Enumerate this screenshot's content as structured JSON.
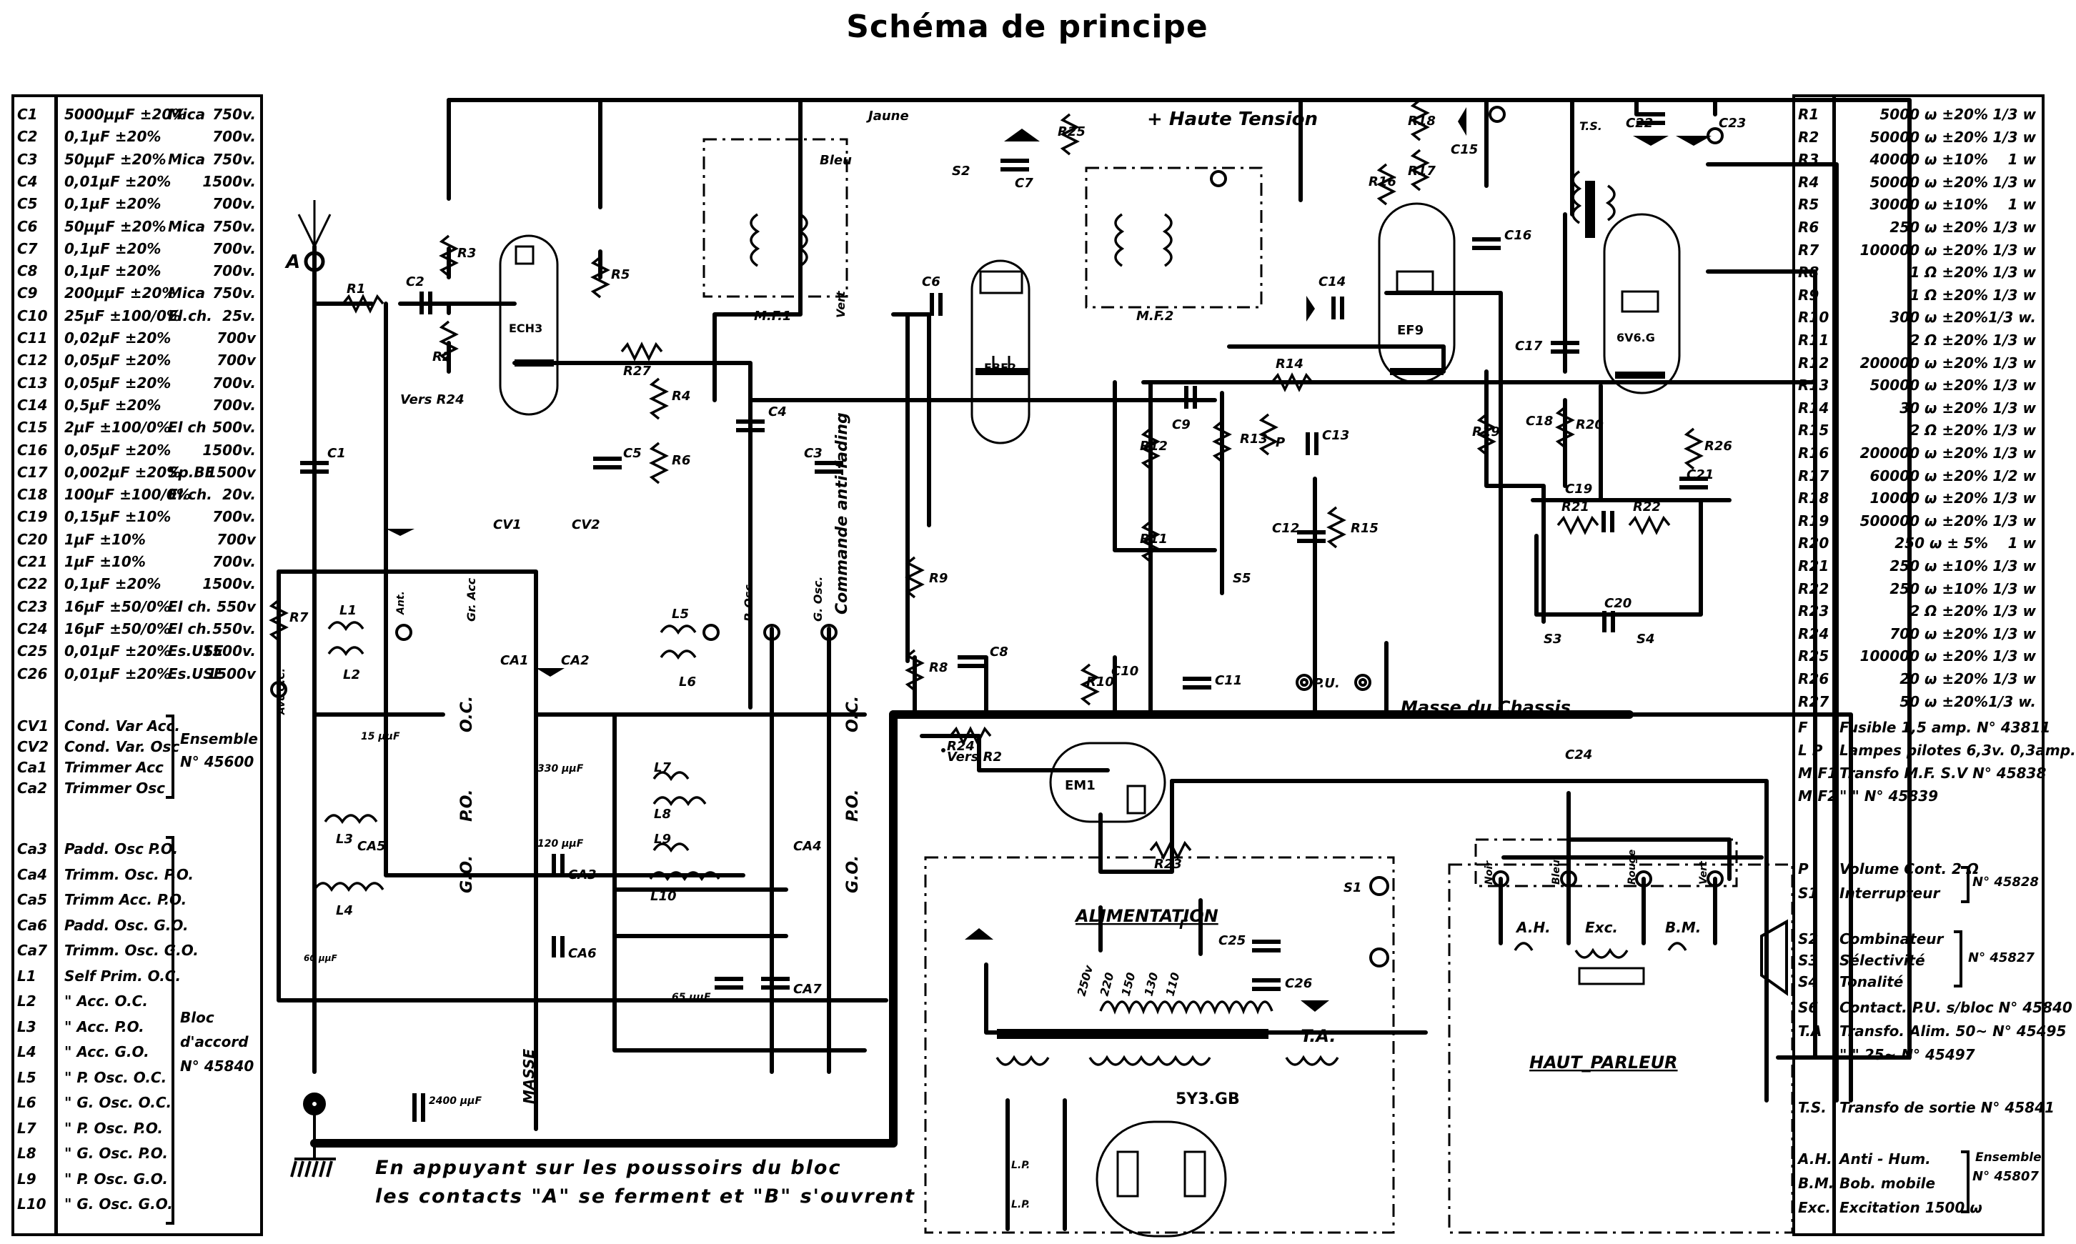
{
  "title": "Schéma de principe",
  "capacitors": [
    {
      "ref": "C1",
      "value": "5000µµF ±20%",
      "note": "Mica",
      "voltage": "750v."
    },
    {
      "ref": "C2",
      "value": "0,1µF ±20%",
      "note": "",
      "voltage": "700v."
    },
    {
      "ref": "C3",
      "value": "50µµF ±20%",
      "note": "Mica",
      "voltage": "750v."
    },
    {
      "ref": "C4",
      "value": "0,01µF ±20%",
      "note": "",
      "voltage": "1500v."
    },
    {
      "ref": "C5",
      "value": "0,1µF ±20%",
      "note": "",
      "voltage": "700v."
    },
    {
      "ref": "C6",
      "value": "50µµF ±20%",
      "note": "Mica",
      "voltage": "750v."
    },
    {
      "ref": "C7",
      "value": "0,1µF ±20%",
      "note": "",
      "voltage": "700v."
    },
    {
      "ref": "C8",
      "value": "0,1µF ±20%",
      "note": "",
      "voltage": "700v."
    },
    {
      "ref": "C9",
      "value": "200µµF ±20%",
      "note": "Mica",
      "voltage": "750v."
    },
    {
      "ref": "C10",
      "value": "25µF ±100/0%",
      "note": "El.ch.",
      "voltage": "25v."
    },
    {
      "ref": "C11",
      "value": "0,02µF ±20%",
      "note": "",
      "voltage": "700v"
    },
    {
      "ref": "C12",
      "value": "0,05µF ±20%",
      "note": "",
      "voltage": "700v"
    },
    {
      "ref": "C13",
      "value": "0,05µF ±20%",
      "note": "",
      "voltage": "700v."
    },
    {
      "ref": "C14",
      "value": "0,5µF ±20%",
      "note": "",
      "voltage": "700v."
    },
    {
      "ref": "C15",
      "value": "2µF ±100/0%",
      "note": "El ch",
      "voltage": "500v."
    },
    {
      "ref": "C16",
      "value": "0,05µF ±20%",
      "note": "",
      "voltage": "1500v."
    },
    {
      "ref": "C17",
      "value": "0,002µF ±20%",
      "note": "Sp.BF",
      "voltage": "1500v"
    },
    {
      "ref": "C18",
      "value": "100µF ±100/0%",
      "note": "El.ch.",
      "voltage": "20v."
    },
    {
      "ref": "C19",
      "value": "0,15µF ±10%",
      "note": "",
      "voltage": "700v."
    },
    {
      "ref": "C20",
      "value": "1µF ±10%",
      "note": "",
      "voltage": "700v"
    },
    {
      "ref": "C21",
      "value": "1µF ±10%",
      "note": "",
      "voltage": "700v."
    },
    {
      "ref": "C22",
      "value": "0,1µF ±20%",
      "note": "",
      "voltage": "1500v."
    },
    {
      "ref": "C23",
      "value": "16µF ±50/0%",
      "note": "El ch.",
      "voltage": "550v"
    },
    {
      "ref": "C24",
      "value": "16µF ±50/0%",
      "note": "El ch.",
      "voltage": "550v."
    },
    {
      "ref": "C25",
      "value": "0,01µF ±20%",
      "note": "Es.USE",
      "voltage": "1500v."
    },
    {
      "ref": "C26",
      "value": "0,01µF ±20%",
      "note": "Es.USE",
      "voltage": "1500v"
    }
  ],
  "variable_caps": [
    {
      "ref": "CV1",
      "desc": "Cond. Var Acc."
    },
    {
      "ref": "CV2",
      "desc": "Cond. Var. Osc"
    },
    {
      "ref": "Ca1",
      "desc": "Trimmer Acc"
    },
    {
      "ref": "Ca2",
      "desc": "Trimmer Osc"
    }
  ],
  "variable_caps_group": {
    "line1": "Ensemble",
    "line2": "N° 45600"
  },
  "trimmers": [
    {
      "ref": "Ca3",
      "desc": "Padd. Osc P.O."
    },
    {
      "ref": "Ca4",
      "desc": "Trimm. Osc. P.O."
    },
    {
      "ref": "Ca5",
      "desc": "Trimm Acc. P.O."
    },
    {
      "ref": "Ca6",
      "desc": "Padd. Osc. G.O."
    },
    {
      "ref": "Ca7",
      "desc": "Trimm. Osc. G.O."
    },
    {
      "ref": "L1",
      "desc": "Self Prim. O.C."
    },
    {
      "ref": "L2",
      "desc": "\" Acc. O.C."
    },
    {
      "ref": "L3",
      "desc": "\" Acc. P.O."
    },
    {
      "ref": "L4",
      "desc": "\" Acc. G.O."
    },
    {
      "ref": "L5",
      "desc": "\" P. Osc. O.C."
    },
    {
      "ref": "L6",
      "desc": "\" G. Osc. O.C."
    },
    {
      "ref": "L7",
      "desc": "\" P. Osc. P.O."
    },
    {
      "ref": "L8",
      "desc": "\" G. Osc. P.O."
    },
    {
      "ref": "L9",
      "desc": "\" P. Osc. G.O."
    },
    {
      "ref": "L10",
      "desc": "\" G. Osc. G.O."
    }
  ],
  "bloc_group": {
    "line1": "Bloc",
    "line2": "d'accord",
    "line3": "N° 45840"
  },
  "resistors": [
    {
      "ref": "R1",
      "value": "5000 ω ±20%",
      "watt": "1/3 w"
    },
    {
      "ref": "R2",
      "value": "50000 ω ±20%",
      "watt": "1/3 w"
    },
    {
      "ref": "R3",
      "value": "40000 ω ±10%",
      "watt": "1 w"
    },
    {
      "ref": "R4",
      "value": "50000 ω ±20%",
      "watt": "1/3 w"
    },
    {
      "ref": "R5",
      "value": "30000 ω ±10%",
      "watt": "1 w"
    },
    {
      "ref": "R6",
      "value": "250 ω ±20%",
      "watt": "1/3 w"
    },
    {
      "ref": "R7",
      "value": "100000 ω ±20%",
      "watt": "1/3 w"
    },
    {
      "ref": "R8",
      "value": "1 Ω ±20%",
      "watt": "1/3 w"
    },
    {
      "ref": "R9",
      "value": "1 Ω ±20%",
      "watt": "1/3 w"
    },
    {
      "ref": "R10",
      "value": "300 ω ±20%",
      "watt": "1/3 w."
    },
    {
      "ref": "R11",
      "value": "2 Ω ±20%",
      "watt": "1/3 w"
    },
    {
      "ref": "R12",
      "value": "200000 ω ±20%",
      "watt": "1/3 w"
    },
    {
      "ref": "R13",
      "value": "50000 ω ±20%",
      "watt": "1/3 w"
    },
    {
      "ref": "R14",
      "value": "30 ω ±20%",
      "watt": "1/3 w"
    },
    {
      "ref": "R15",
      "value": "2 Ω ±20%",
      "watt": "1/3 w"
    },
    {
      "ref": "R16",
      "value": "200000 ω ±20%",
      "watt": "1/3 w"
    },
    {
      "ref": "R17",
      "value": "60000 ω ±20%",
      "watt": "1/2 w"
    },
    {
      "ref": "R18",
      "value": "10000 ω ±20%",
      "watt": "1/3 w"
    },
    {
      "ref": "R19",
      "value": "500000 ω ±20%",
      "watt": "1/3 w"
    },
    {
      "ref": "R20",
      "value": "250 ω ± 5%",
      "watt": "1 w"
    },
    {
      "ref": "R21",
      "value": "250 ω ±10%",
      "watt": "1/3 w"
    },
    {
      "ref": "R22",
      "value": "250 ω ±10%",
      "watt": "1/3 w"
    },
    {
      "ref": "R23",
      "value": "2 Ω ±20%",
      "watt": "1/3 w"
    },
    {
      "ref": "R24",
      "value": "700 ω ±20%",
      "watt": "1/3 w"
    },
    {
      "ref": "R25",
      "value": "100000 ω ±20%",
      "watt": "1/3 w"
    },
    {
      "ref": "R26",
      "value": "20 ω ±20%",
      "watt": "1/3 w"
    },
    {
      "ref": "R27",
      "value": "50 ω ±20%",
      "watt": "1/3 w."
    }
  ],
  "misc_parts": [
    {
      "ref": "F",
      "desc": "Fusible 1,5 amp. N° 43811"
    },
    {
      "ref": "L P",
      "desc": "Lampes pilotes 6,3v. 0,3amp."
    },
    {
      "ref": "M.F1",
      "desc": "Transfo M.F. S.V N° 45838"
    },
    {
      "ref": "M.F2",
      "desc": "\"        \"        N° 45839"
    }
  ],
  "controls": [
    {
      "ref": "P",
      "desc": "Volume Cont. 2 Ω"
    },
    {
      "ref": "S1",
      "desc": "Interrupteur"
    }
  ],
  "controls_group": "N° 45828",
  "switches": [
    {
      "ref": "S2",
      "desc": "Combinateur"
    },
    {
      "ref": "S3",
      "desc": "Sélectivité"
    },
    {
      "ref": "S4",
      "desc": "Tonalité"
    }
  ],
  "switches_group": "N° 45827",
  "transformers": [
    {
      "ref": "S6",
      "desc": "Contact. P.U. s/bloc N° 45840"
    },
    {
      "ref": "T.A",
      "desc": "Transfo. Alim. 50~ N° 45495"
    },
    {
      "ref": "",
      "desc": "\"      \"   25~ N° 45497"
    },
    {
      "ref": "T.S.",
      "desc": "Transfo de sortie   N° 45841"
    }
  ],
  "speaker_parts": [
    {
      "ref": "A.H.",
      "desc": "Anti - Hum."
    },
    {
      "ref": "B.M.",
      "desc": "Bob. mobile"
    },
    {
      "ref": "Exc.",
      "desc": "Excitation 1500 ω"
    }
  ],
  "speaker_group": {
    "line1": "Ensemble",
    "line2": "N° 45807"
  },
  "schematic": {
    "tubes": [
      "ECH3",
      "EBF2",
      "EF9",
      "6V6.G",
      "EM1",
      "5Y3.GB"
    ],
    "labels": {
      "haute_tension": "+ Haute Tension",
      "masse_chassis": "Masse du Chassis",
      "alimentation": "ALIMENTATION",
      "haut_parleur": "HAUT_PARLEUR",
      "antenna": "A",
      "vers_r24": "Vers R24",
      "vers_r2": "Vers R2",
      "anti_fading": "Commande anti-fading",
      "masse": "MASSE",
      "mf1": "M.F.1",
      "mf2": "M.F.2",
      "ts": "T.S.",
      "ta": "T.A.",
      "pu": "P.U.",
      "jaune": "Jaune",
      "bleu": "Bleu",
      "vert": "Vert",
      "oc": "O.C.",
      "po": "P.O.",
      "go": "G.O.",
      "gr_acc": "Gr. Acc",
      "p_osc": "P. Osc.",
      "g_osc": "G. Osc.",
      "ant": "Ant.",
      "avc_oc": "Avc O.C.",
      "c_330": "330 µµF",
      "c_120": "120 µµF",
      "c_65": "65 µµF",
      "c_60": "60 µµF",
      "c_15": "15 µµF",
      "c_2400": "2400 µµF",
      "speaker_terminals": [
        "Noir",
        "Bleu",
        "Rouge",
        "Vert"
      ],
      "speaker_coils": [
        "A.H.",
        "Exc.",
        "B.M."
      ],
      "mains_taps": [
        "250v",
        "220",
        "150",
        "130",
        "110"
      ],
      "lp": "L.P."
    }
  },
  "bottom_note": {
    "line1": "En appuyant sur les poussoirs du bloc",
    "line2": "les contacts \"A\" se ferment et \"B\" s'ouvrent"
  }
}
